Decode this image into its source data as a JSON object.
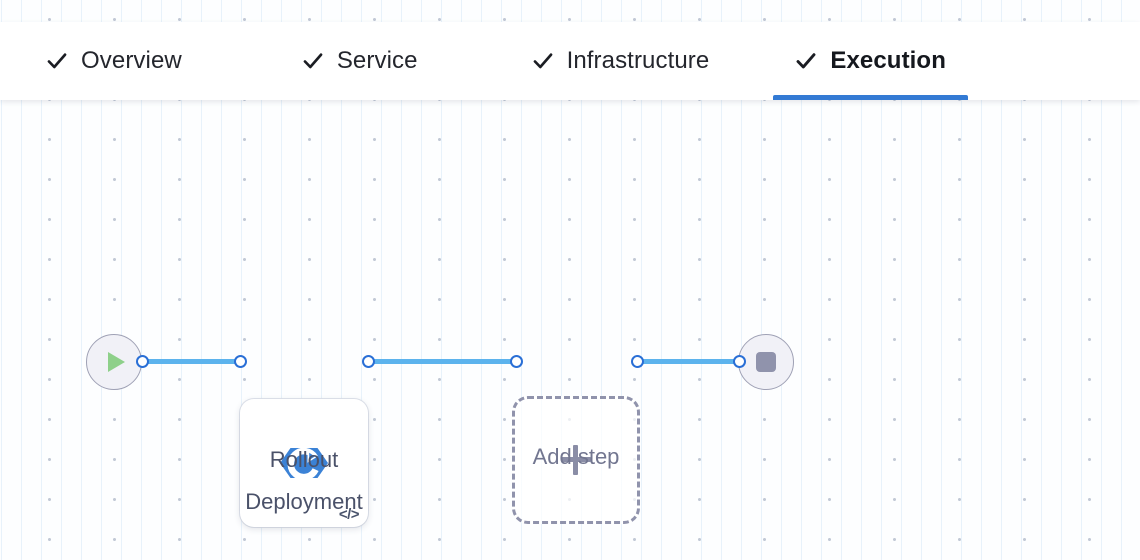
{
  "header": {
    "tabs": [
      {
        "label": "Overview",
        "icon": "check-icon",
        "complete": true,
        "active": false
      },
      {
        "label": "Service",
        "icon": "check-icon",
        "complete": true,
        "active": false
      },
      {
        "label": "Infrastructure",
        "icon": "check-icon",
        "complete": true,
        "active": false
      },
      {
        "label": "Execution",
        "icon": "check-icon",
        "complete": true,
        "active": true
      }
    ],
    "active_tab": "Execution",
    "active_underline_color": "#337ad4"
  },
  "canvas": {
    "background_color": "#fdfeff",
    "grid_dot_color": "#c2c9d6",
    "grid_line_color": "#d6e8f8"
  },
  "pipeline": {
    "start_node": {
      "name": "start-node",
      "icon": "play-icon",
      "icon_color": "#8ed08a",
      "fill_color": "#f1f1f7",
      "border_color": "#9fa1b5"
    },
    "steps": [
      {
        "name": "rollout-deployment-step",
        "label": "Rollout\nDeployment",
        "icon": "rollout-deployment-icon",
        "icon_color": "#3b82d6",
        "badge_icon": "code-icon",
        "badge_glyph": "</>"
      }
    ],
    "add_step_node": {
      "name": "add-step-node",
      "label": "Add step",
      "icon": "plus-icon",
      "border_style": "dashed",
      "border_color": "#9093ac"
    },
    "end_node": {
      "name": "end-node",
      "icon": "stop-icon",
      "icon_color": "#9093ac",
      "fill_color": "#f1f1f7",
      "border_color": "#9fa1b5"
    },
    "connector": {
      "line_color": "#5cb3ed",
      "dot_fill": "#ffffff",
      "dot_border": "#2a6fd6"
    }
  }
}
